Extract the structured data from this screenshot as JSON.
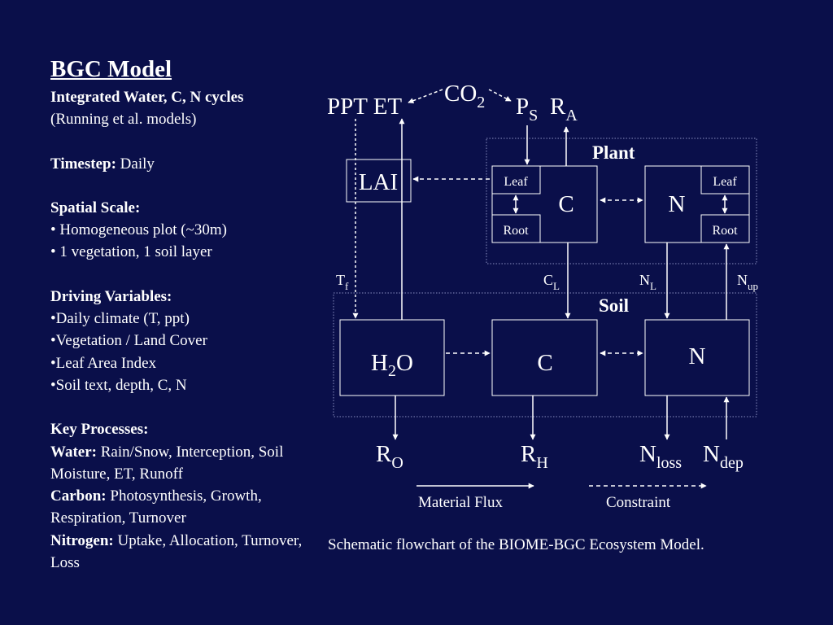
{
  "sidebar": {
    "title": "BGC Model",
    "subtitle_bold": "Integrated Water, C, N cycles",
    "subtitle": "(Running et al. models)",
    "timestep_label": "Timestep:",
    "timestep_value": " Daily",
    "spatial_label": "Spatial Scale:",
    "spatial_items": [
      "• Homogeneous plot (~30m)",
      "• 1 vegetation, 1 soil layer"
    ],
    "driving_label": "Driving Variables:",
    "driving_items": [
      "•Daily climate (T, ppt)",
      "•Vegetation /  Land Cover",
      "•Leaf Area Index",
      "•Soil text, depth, C, N"
    ],
    "key_label": "Key Processes:",
    "water_label": "Water:",
    "water_text": " Rain/Snow, Interception, Soil Moisture, ET, Runoff",
    "carbon_label": "Carbon:",
    "carbon_text": " Photosynthesis, Growth, Respiration, Turnover",
    "nitrogen_label": "Nitrogen:",
    "nitrogen_text": " Uptake, Allocation, Turnover, Loss"
  },
  "diagram": {
    "co2": "CO",
    "co2_sub": "2",
    "ppt_et": "PPT ET",
    "ps": "P",
    "ps_sub": "S",
    "ra": "R",
    "ra_sub": "A",
    "plant_label": "Plant",
    "soil_label": "Soil",
    "lai": "LAI",
    "plant_c": "C",
    "plant_n": "N",
    "leaf": "Leaf",
    "root": "Root",
    "tf": "T",
    "tf_sub": "f",
    "cl": "C",
    "cl_sub": "L",
    "nl": "N",
    "nl_sub": "L",
    "nup": "N",
    "nup_sub": "up",
    "h2o_a": "H",
    "h2o_sub": "2",
    "h2o_b": "O",
    "soil_c": "C",
    "soil_n": "N",
    "ro": "R",
    "ro_sub": "O",
    "rh": "R",
    "rh_sub": "H",
    "nloss": "N",
    "nloss_sub": "loss",
    "ndep": "N",
    "ndep_sub": "dep",
    "legend_material": "Material Flux",
    "legend_constraint": "Constraint",
    "caption": "Schematic flowchart of the BIOME-BGC Ecosystem Model."
  },
  "colors": {
    "background": "#0a0f4a",
    "foreground": "#ffffff"
  }
}
